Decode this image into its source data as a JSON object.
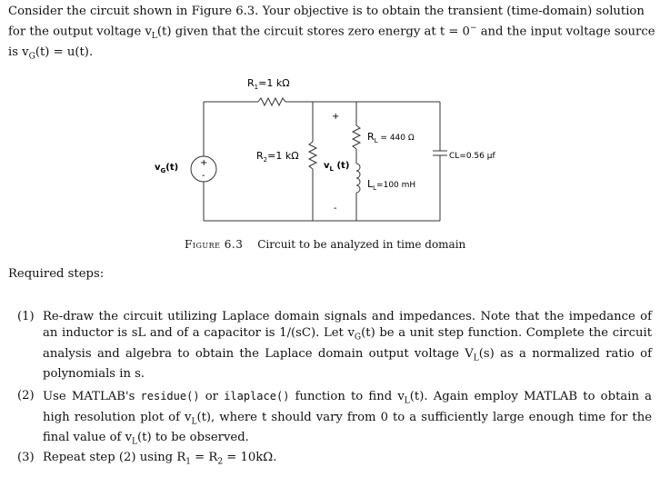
{
  "intro": {
    "line1": "Consider the circuit shown in Figure 6.3. Your objective is to obtain the transient (time-domain) solution",
    "line2": "for the output voltage v",
    "line2_sub": "L",
    "line2_b": "(t) given that the circuit stores zero energy at t = 0",
    "line2_c": " and the input voltage source",
    "line3": "is v",
    "line3_sub": "G",
    "line3_b": "(t) = u(t)."
  },
  "circuit": {
    "r1": "R",
    "r1_sub": "1",
    "r1_val": "=1 kΩ",
    "r2": "R",
    "r2_sub": "2",
    "r2_val": "=1 kΩ",
    "rl": "R",
    "rl_sub": "L",
    "rl_val": " = 440 Ω",
    "ll": "L",
    "ll_sub": "L",
    "ll_val": "=100 mH",
    "cl": "CL=0.56 μf",
    "vg": "v",
    "vg_sub": "G",
    "vg_t": "(t)",
    "vl": "v",
    "vl_sub": "L",
    "vl_t": " (t)",
    "plus": "+",
    "minus": "-"
  },
  "caption": {
    "label": "Figure 6.3",
    "text": "Circuit to be analyzed in time domain"
  },
  "required": "Required steps:",
  "steps": [
    {
      "num": "(1)",
      "t1": "Re-draw the circuit utilizing Laplace domain signals and impedances. Note that the impedance of an inductor is sL and of a capacitor is 1/(sC). Let v",
      "t1_sub": "G",
      "t2": "(t) be a unit step function. Complete the circuit analysis and algebra to obtain the Laplace domain output voltage V",
      "t2_sub": "L",
      "t3": "(s) as a normalized ratio of polynomials in s."
    },
    {
      "num": "(2)",
      "t1": "Use MATLAB's ",
      "code1": "residue()",
      "t2": " or ",
      "code2": "ilaplace()",
      "t3": " function to find v",
      "t3_sub": "L",
      "t4": "(t). Again employ MATLAB to obtain a high resolution plot of v",
      "t4_sub": "L",
      "t5": "(t), where t should vary from 0 to a sufficiently large enough time for the final value of v",
      "t5_sub": "L",
      "t6": "(t) to be observed."
    },
    {
      "num": "(3)",
      "t1": "Repeat step (2) using R",
      "t1_sub": "1",
      "t2": " = R",
      "t2_sub": "2",
      "t3": " = 10kΩ."
    }
  ]
}
